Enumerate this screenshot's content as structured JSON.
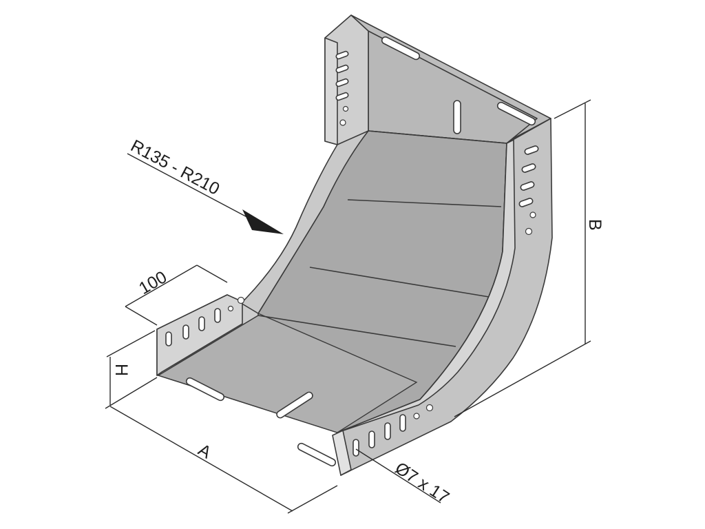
{
  "diagram": {
    "labels": {
      "radius": "R135 - R210",
      "width_100": "100",
      "height": "H",
      "dim_a": "A",
      "dim_b": "B",
      "hole": "Ø7 x 17"
    },
    "colors": {
      "floor": "#a9a9a9",
      "floor_light": "#b3b3b3",
      "wall": "#c7c7c7",
      "wall_back": "#b9b9b9",
      "edge": "#3a3a3a",
      "line": "#2a2a2a"
    }
  }
}
